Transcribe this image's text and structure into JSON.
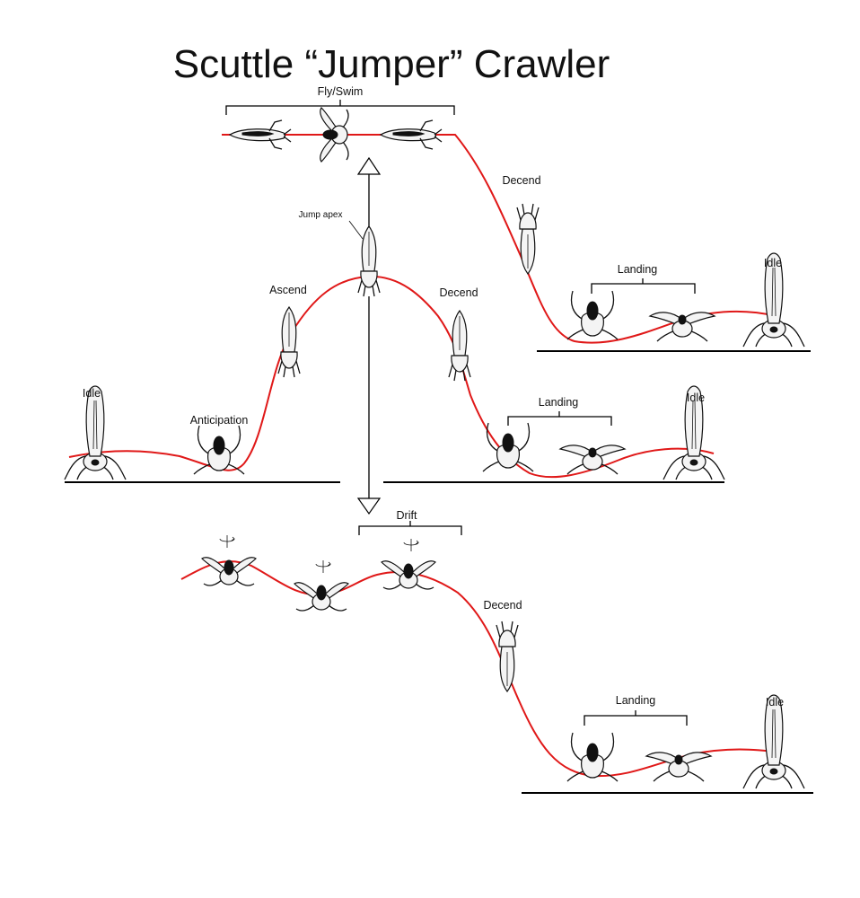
{
  "title": "Scuttle “Jumper” Crawler",
  "labels": {
    "fly_swim": "Fly/Swim",
    "decend_top": "Decend",
    "jump_apex": "Jump apex",
    "ascend": "Ascend",
    "decend_mid": "Decend",
    "landing_top": "Landing",
    "idle_top": "Idle",
    "idle_left": "Idle",
    "anticipation": "Anticipation",
    "landing_mid": "Landing",
    "idle_mid": "Idle",
    "drift": "Drift",
    "decend_bottom": "Decend",
    "landing_bottom": "Landing",
    "idle_bottom": "Idle"
  },
  "colors": {
    "motion_path": "#e01818",
    "ink": "#111111",
    "background": "#ffffff"
  },
  "icons": {
    "up_arrow": "triangle-up-arrow-icon",
    "down_arrow": "triangle-down-arrow-icon",
    "creature": "scuttle-crawler-icon",
    "spin": "rotation-arrow-icon"
  }
}
